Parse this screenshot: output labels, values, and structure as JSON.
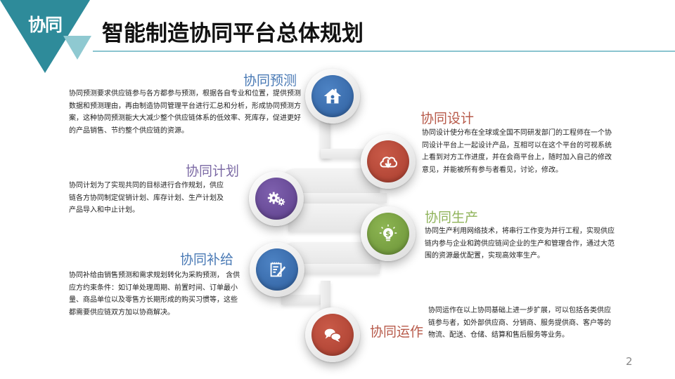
{
  "header": {
    "badge": "协同",
    "title": "智能制造协同平台总体规划"
  },
  "colors": {
    "teal": "#2e8b9a",
    "teal_light": "#8fc9d1",
    "blue": "#3a6fb0",
    "red": "#b84a3a",
    "purple": "#6e4f9c",
    "green": "#7da443",
    "heading_blue": "#4a7ab5",
    "heading_red": "#b75a4a",
    "heading_purple": "#7c6aa5",
    "heading_green": "#8fb35a"
  },
  "items": [
    {
      "id": "forecast",
      "heading": "协同预测",
      "icon": "home-icon",
      "description": "协同预测要求供应链参与各方都参与预测，根据各自专业和位置，提供预测数据和预测理由，再由制造协同管理平台进行汇总和分析，形成协同预测方案，这种协同预测能大大减少整个供应链体系的低效率、死库存，促进更好的产品销售、节约整个供应链的资源。"
    },
    {
      "id": "design",
      "heading": "协同设计",
      "icon": "cloud-download-icon",
      "description": "协同设计使分布在全球或全国不同研发部门的工程师在一个协同设计平台上一起设计产品，互相可以在这个平台的可视系统上看到对方工作进度，并在会商平台上，随时加入自己的修改意见，并能被所有参与者看见，讨论，修改。"
    },
    {
      "id": "planning",
      "heading": "协同计划",
      "icon": "gears-icon",
      "description": "协同计划为了实现共同的目标进行合作规划，供应链各方协同制定促销计划、库存计划、生产计划及产品导入和中止计划。"
    },
    {
      "id": "production",
      "heading": "协同生产",
      "icon": "lightbulb-dollar-icon",
      "description": "协同生产利用网络技术，将串行工作变为并行工程，实现供应链内参与企业和跨供应链间企业的生产和管理合作，通过大范围的资源最优配置，实现高效率生产。"
    },
    {
      "id": "replenishment",
      "heading": "协同补给",
      "icon": "notepad-pencil-icon",
      "description": "协同补给由销售预测和需求规划转化为采购预测， 含供应方约束条件：如订单处理周期、前置时间、订单最小量、商品单位以及零售方长期形成的购买习惯等，这些都需要供应链双方加以协商解决。"
    },
    {
      "id": "operation",
      "heading": "协同运作",
      "icon": "chat-bubbles-icon",
      "description": "协同运作在以上协同基础上进一步扩展，可以包括各类供应链参与者，如外部供应商、分销商、服务提供商、客户等的物流、配送、仓储、结算和售后服务等业务。"
    }
  ],
  "footer": {
    "page_number": "2"
  }
}
